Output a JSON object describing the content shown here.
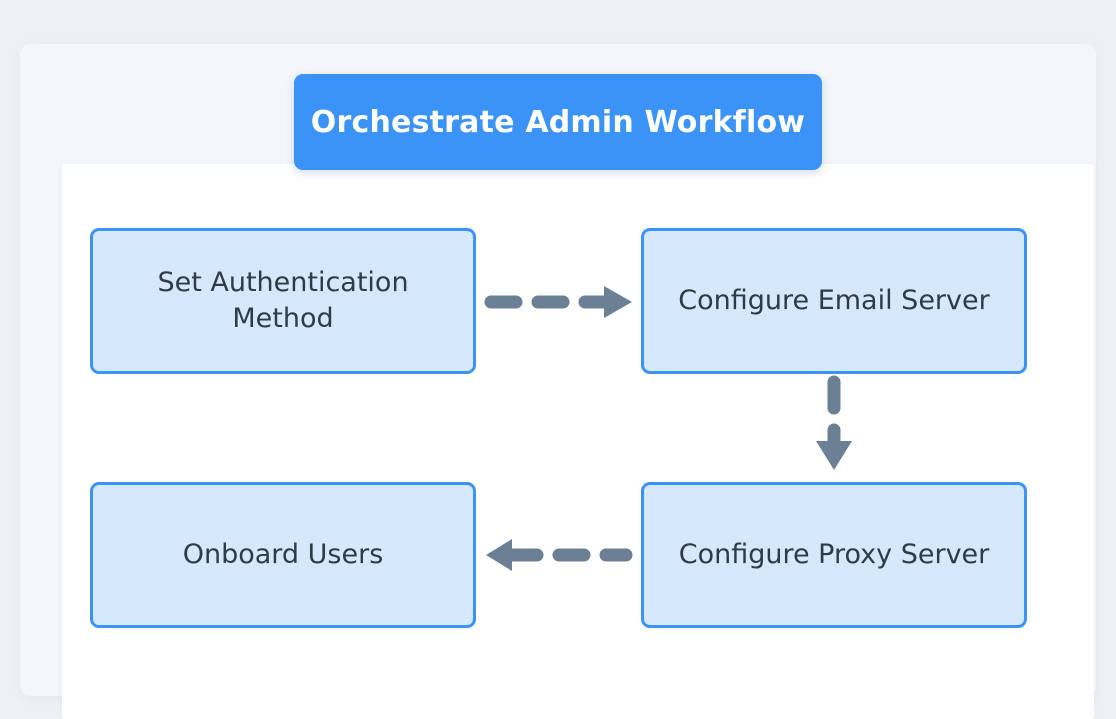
{
  "page": {
    "background_color": "#eef1f4",
    "card_color": "#f4f6fa",
    "panel_color": "#ffffff"
  },
  "banner": {
    "title": "Orchestrate Admin Workflow",
    "background_color": "#3b92f7",
    "text_color": "#ffffff"
  },
  "diagram": {
    "type": "flowchart",
    "node_fill": "#d6e8fc",
    "node_border": "#3b92f7",
    "node_text_color": "#2f3c48",
    "connector_color": "#6b7f95",
    "connector_style": "dashed",
    "nodes": [
      {
        "id": "auth",
        "label": "Set Authentication Method"
      },
      {
        "id": "email",
        "label": "Configure Email Server"
      },
      {
        "id": "onboard",
        "label": "Onboard Users"
      },
      {
        "id": "proxy",
        "label": "Configure Proxy Server"
      }
    ],
    "edges": [
      {
        "from": "auth",
        "to": "email",
        "direction": "right"
      },
      {
        "from": "email",
        "to": "proxy",
        "direction": "down"
      },
      {
        "from": "proxy",
        "to": "onboard",
        "direction": "left"
      }
    ]
  }
}
